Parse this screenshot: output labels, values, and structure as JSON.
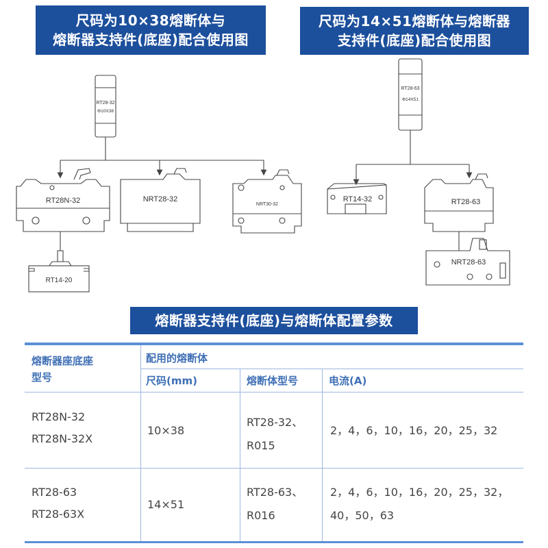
{
  "titles": {
    "left_line1": "尺码为10×38熔断体与",
    "left_line2": "熔断器支持件(底座)配合使用图",
    "right_line1": "尺码为14×51熔断体与熔断器",
    "right_line2": "支持件(底座)配合使用图",
    "table_title": "熔断器支持件(底座)与熔断体配置参数"
  },
  "diagram_labels": {
    "fuse_left_model": "RT28-32",
    "fuse_left_size": "Φ10X38",
    "fuse_right_model": "RT28-63",
    "fuse_right_size": "Φ14X51",
    "holder_rt28n32": "RT28N-32",
    "holder_nrt2832": "NRT28-32",
    "holder_nrt3032": "NRT30-32",
    "holder_rt1420": "RT14-20",
    "holder_rt1432": "RT14-32",
    "holder_rt2863": "RT28-63",
    "holder_nrt2863": "NRT28-63"
  },
  "table": {
    "col_holder": "熔断器座底座",
    "col_holder_2": "型号",
    "group_header": "配用的熔断体",
    "col_size": "尺码(mm)",
    "col_fuse_model": "熔断体型号",
    "col_current": "电流(A)",
    "rows": [
      {
        "holder_1": "RT28N-32",
        "holder_2": "RT28N-32X",
        "size": "10×38",
        "fuse_1": "RT28-32、",
        "fuse_2": "R015",
        "current_1": "2，4，6，10，16，20，25，32",
        "current_2": ""
      },
      {
        "holder_1": "RT28-63",
        "holder_2": "RT28-63X",
        "size": "14×51",
        "fuse_1": "RT28-63、",
        "fuse_2": "R016",
        "current_1": "2，4，6，10，16，20，25，32，",
        "current_2": "40，50，63"
      }
    ]
  },
  "colors": {
    "title_bg": "#1c4f9c",
    "table_header": "#3f6fb5",
    "rule": "#5b8fd6"
  }
}
